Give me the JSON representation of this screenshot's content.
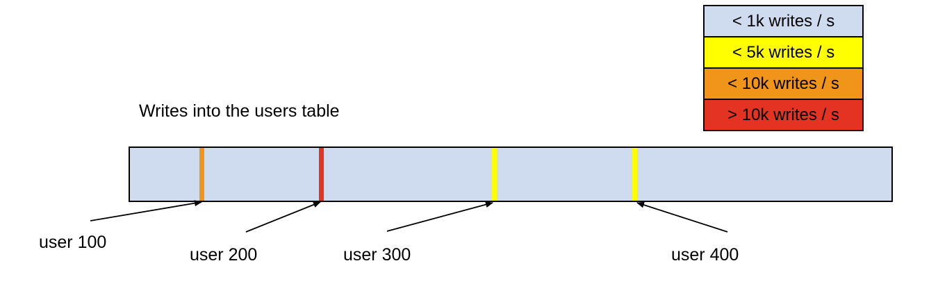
{
  "title": "Writes into the users table",
  "legend": {
    "items": [
      {
        "label": "< 1k writes / s",
        "color": "#cfdcf0"
      },
      {
        "label": "< 5k writes / s",
        "color": "#ffff00"
      },
      {
        "label": "< 10k writes / s",
        "color": "#f0941a"
      },
      {
        "label": "> 10k writes / s",
        "color": "#e43323"
      }
    ]
  },
  "bar": {
    "fill": "#cfdcf0",
    "border": "#000000",
    "markers": [
      {
        "user": "user 100",
        "color": "#f0941a"
      },
      {
        "user": "user 200",
        "color": "#e43323"
      },
      {
        "user": "user 300",
        "color": "#ffff00"
      },
      {
        "user": "user 400",
        "color": "#ffff00"
      }
    ]
  }
}
